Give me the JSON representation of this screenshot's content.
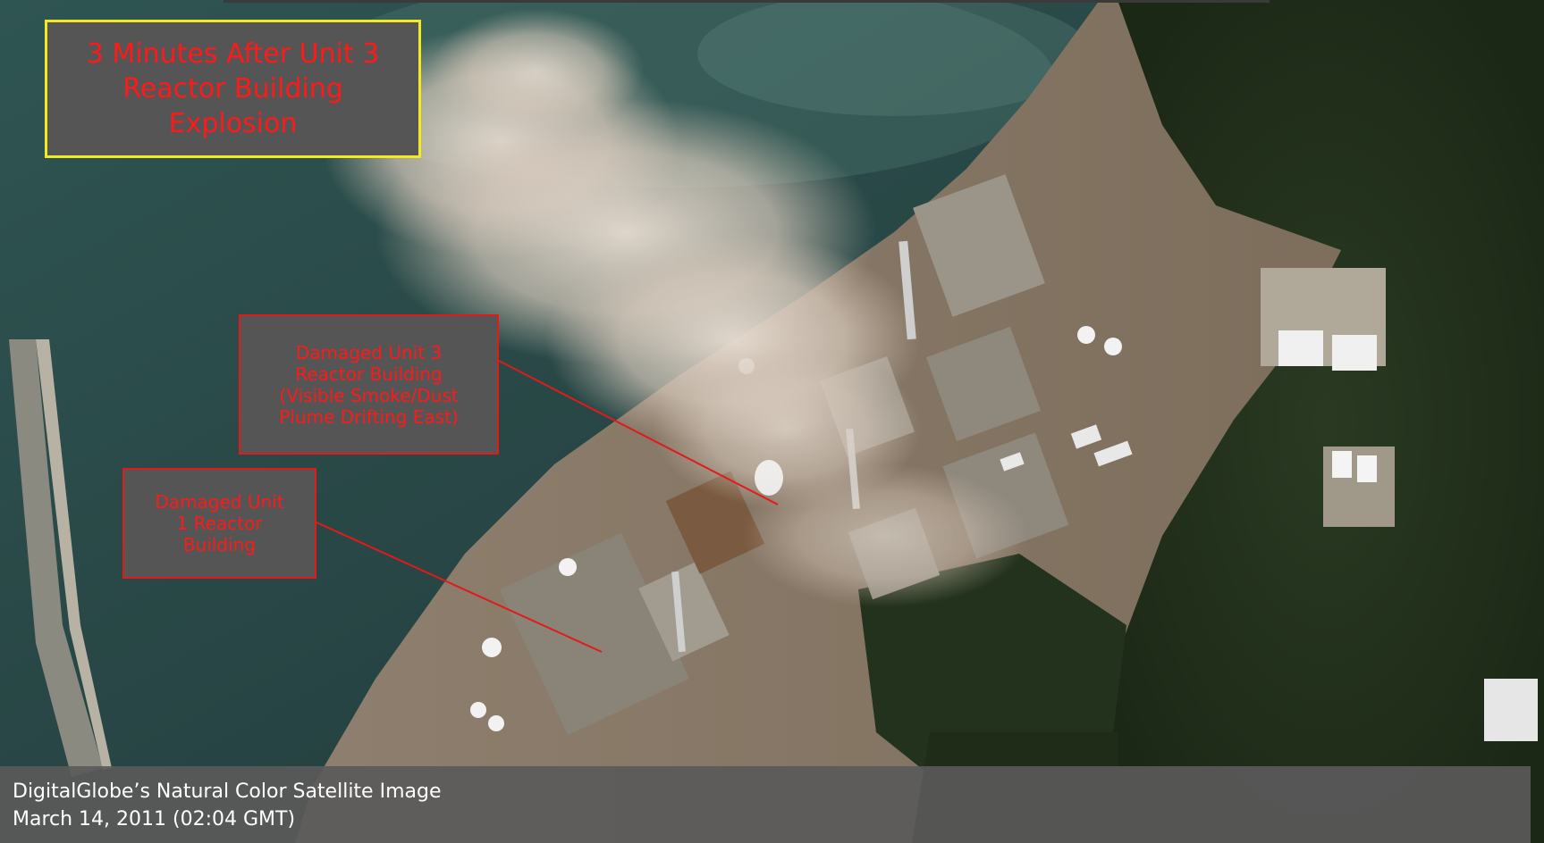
{
  "title_callout": {
    "lines": [
      "3 Minutes After Unit 3",
      "Reactor Building",
      "Explosion"
    ]
  },
  "unit3_callout": {
    "lines": [
      "Damaged Unit 3",
      "Reactor Building",
      "(Visible Smoke/Dust",
      "Plume Drifting East)"
    ]
  },
  "unit1_callout": {
    "lines": [
      "Damaged Unit",
      "1 Reactor",
      "Building"
    ]
  },
  "caption": {
    "line1": "DigitalGlobe’s Natural Color Satellite Image",
    "line2": "March 14, 2011 (02:04 GMT)"
  },
  "colors": {
    "callout_text": "#ff1a1a",
    "callout_bg": "#555555",
    "title_border": "#f2ea1f",
    "leader_line": "#e21a1a"
  }
}
